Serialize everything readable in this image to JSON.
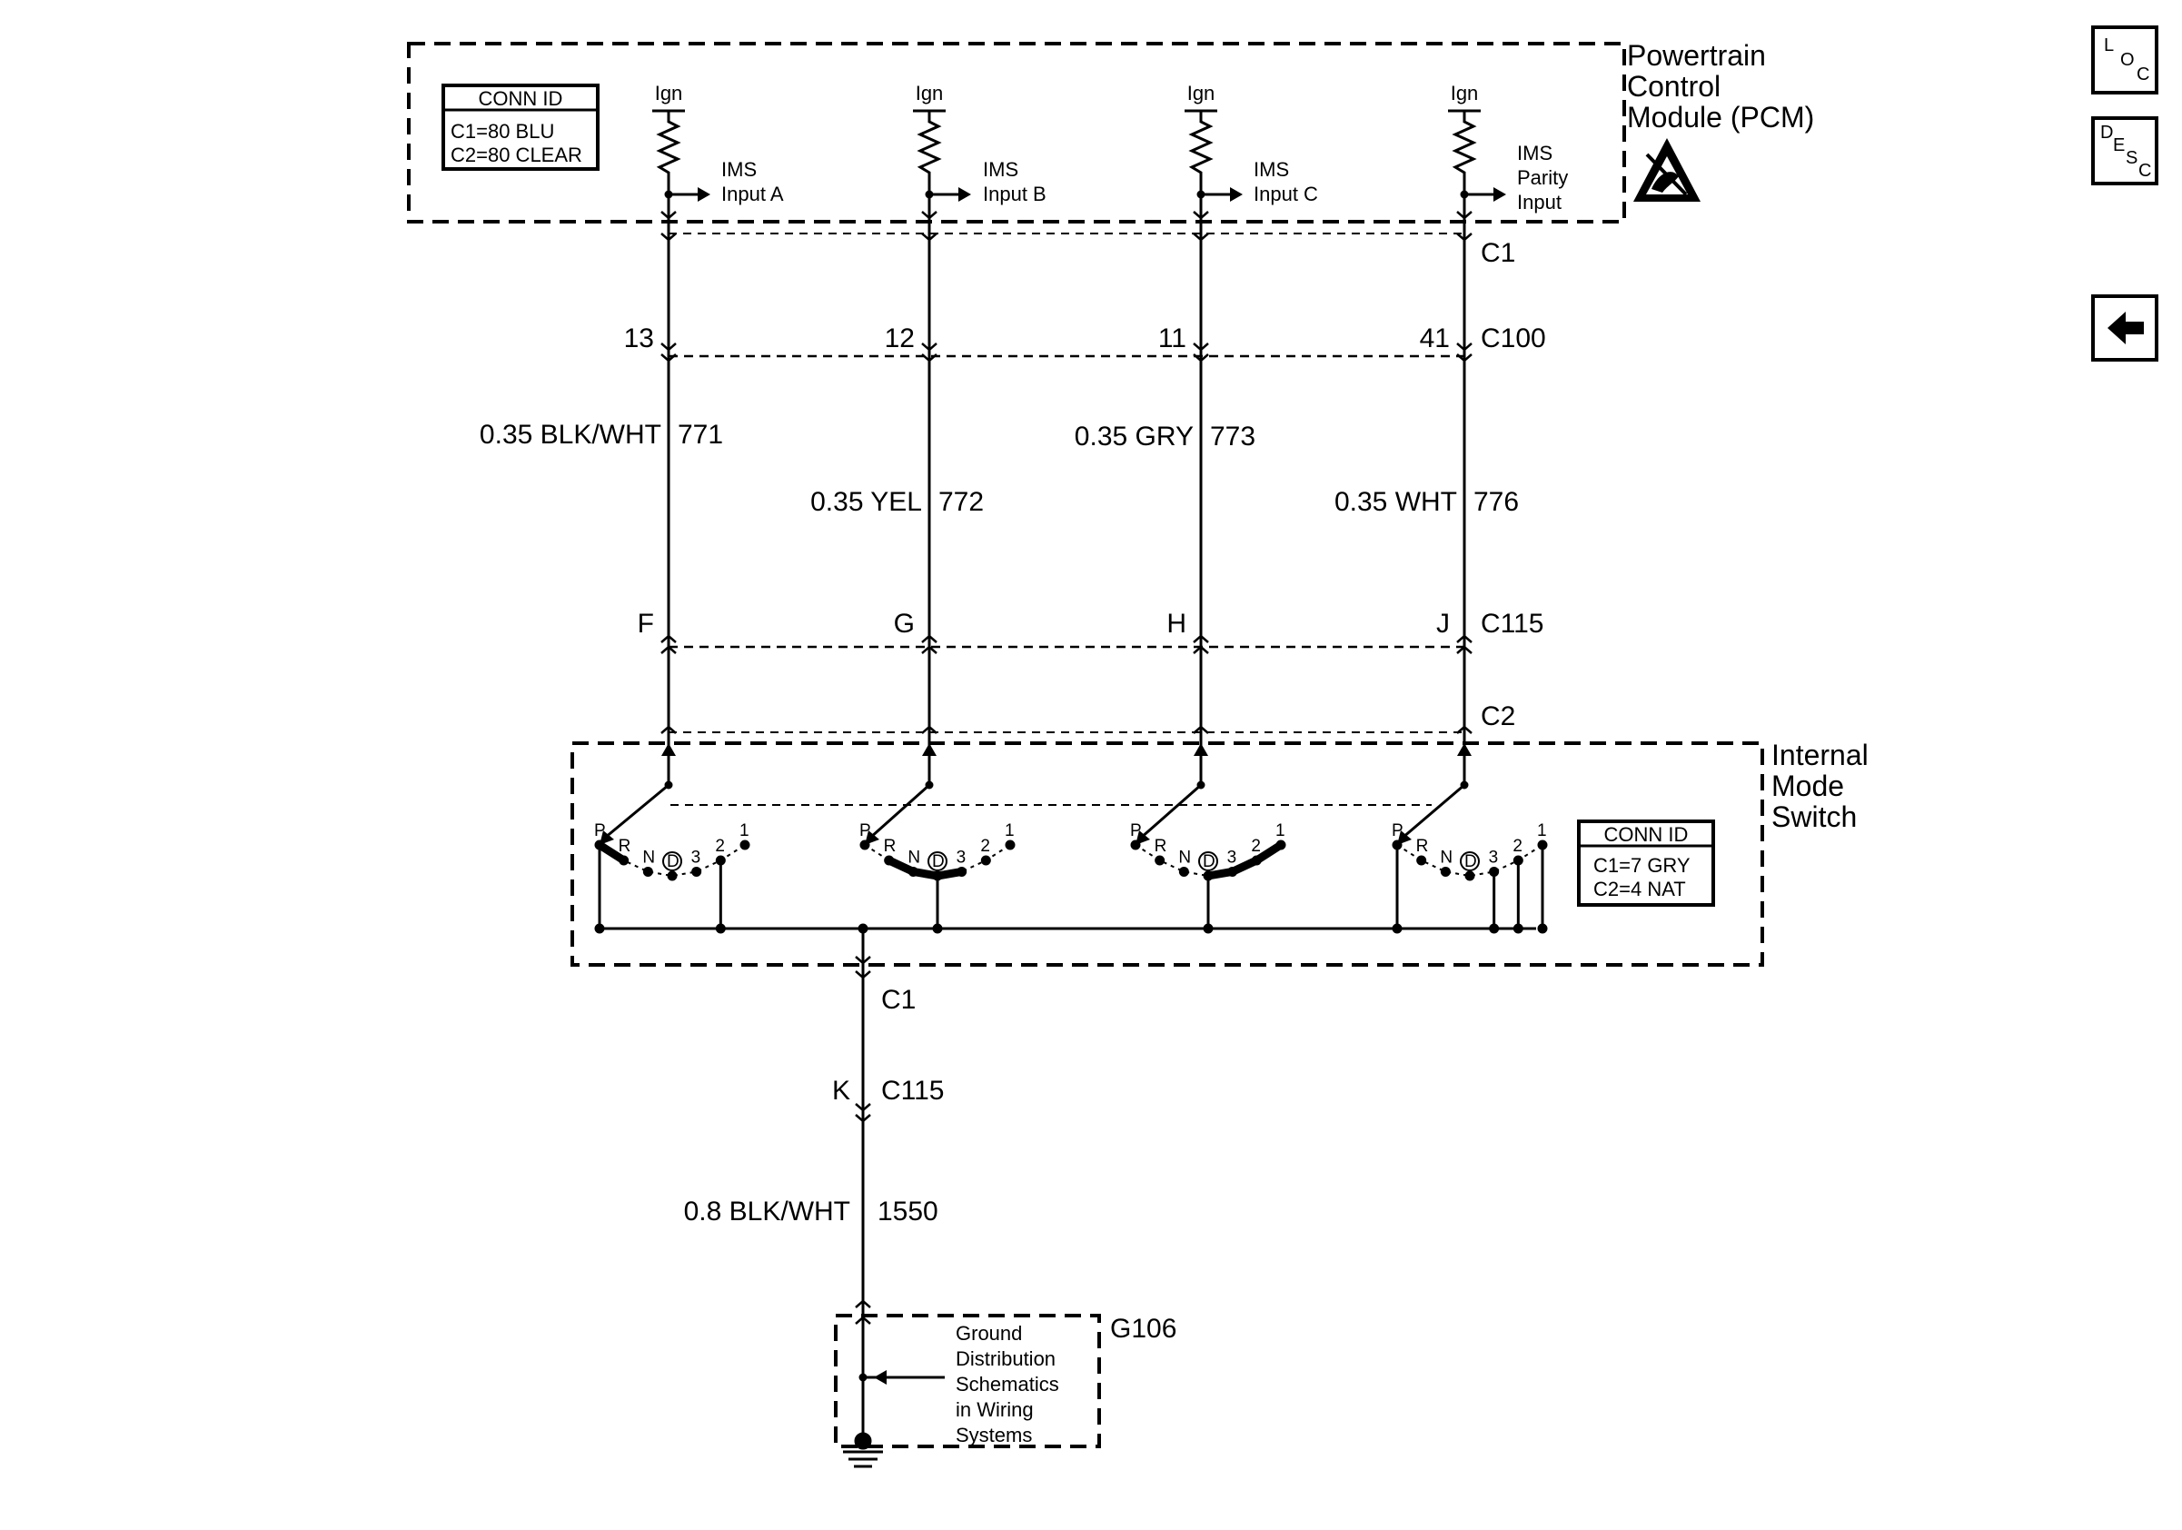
{
  "pcm": {
    "title": [
      "Powertrain",
      "Control",
      "Module (PCM)"
    ],
    "conn_id": {
      "header": "CONN ID",
      "rows": [
        "C1=80 BLU",
        "C2=80 CLEAR"
      ]
    },
    "ign": "Ign",
    "inputs": [
      [
        "IMS",
        "Input A"
      ],
      [
        "IMS",
        "Input B"
      ],
      [
        "IMS",
        "Input C"
      ],
      [
        "IMS",
        "Parity",
        "Input"
      ]
    ]
  },
  "connectors": {
    "c1_top": "C1",
    "c100": "C100",
    "c115_top": "C115",
    "c2": "C2",
    "c1_bottom": "C1",
    "c115_bottom": "C115"
  },
  "c100_pins": [
    "13",
    "12",
    "11",
    "41"
  ],
  "c115_pins": [
    "F",
    "G",
    "H",
    "J"
  ],
  "wires": [
    {
      "color": "0.35 BLK/WHT",
      "circuit": "771"
    },
    {
      "color": "0.35 YEL",
      "circuit": "772"
    },
    {
      "color": "0.35 GRY",
      "circuit": "773"
    },
    {
      "color": "0.35 WHT",
      "circuit": "776"
    }
  ],
  "switch": {
    "title": [
      "Internal",
      "Mode",
      "Switch"
    ],
    "conn_id": {
      "header": "CONN ID",
      "rows": [
        "C1=7 GRY",
        "C2=4 NAT"
      ]
    },
    "positions": [
      "P",
      "R",
      "N",
      "D",
      "3",
      "2",
      "1"
    ]
  },
  "ground": {
    "pin": "K",
    "wire": {
      "color": "0.8 BLK/WHT",
      "circuit": "1550"
    },
    "id": "G106",
    "note": [
      "Ground",
      "Distribution",
      "Schematics",
      "in Wiring",
      "Systems"
    ]
  },
  "nav": {
    "loc": [
      "L",
      "O",
      "C"
    ],
    "desc": [
      "D",
      "E",
      "S",
      "C"
    ],
    "back_icon": "left-arrow-icon"
  }
}
